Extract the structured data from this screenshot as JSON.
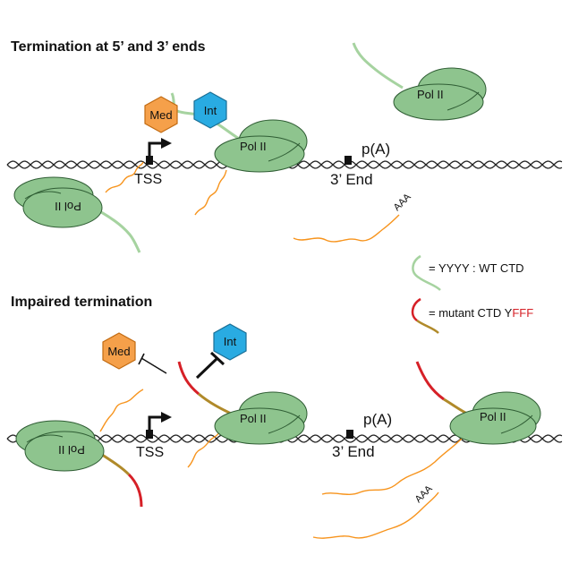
{
  "panels": {
    "top": {
      "title": "Termination at 5’ and 3’ ends",
      "tss": "TSS",
      "polya": "p(A)",
      "end3": "3’ End",
      "aaa": "AAA",
      "pol": "Pol II",
      "med": "Med",
      "int": "Int"
    },
    "bottom": {
      "title": "Impaired termination",
      "tss": "TSS",
      "polya": "p(A)",
      "end3": "3’ End",
      "aaa": "AAA",
      "pol": "Pol II",
      "med": "Med",
      "int": "Int"
    }
  },
  "legend": {
    "wt": "= YYYY : WT CTD",
    "mutant_prefix": "=  mutant CTD Y",
    "mutant_suffix": "FFF"
  },
  "colors": {
    "pol": "#8ec48e",
    "pol_stroke": "#2f5d34",
    "ctd_wt": "#a6d3a0",
    "ctd_mutant": "#d62027",
    "ctd_mutant_base": "#b08a2a",
    "rna": "#f7941d",
    "med": "#f5a04a",
    "int": "#29abe2",
    "mutant_text": "#d62027"
  }
}
